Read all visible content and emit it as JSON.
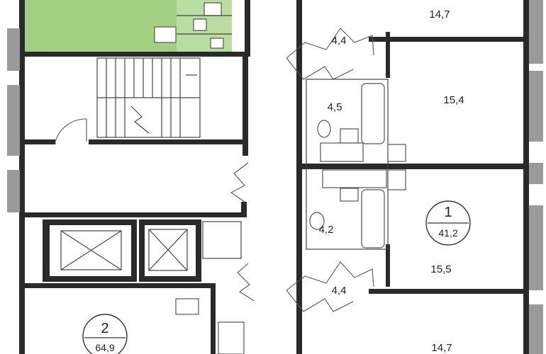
{
  "rooms": [
    {
      "id": "room-top-right",
      "area": "14,7"
    },
    {
      "id": "hall-top",
      "area": "4,4"
    },
    {
      "id": "room-upper-right",
      "area": "15,4"
    },
    {
      "id": "bath-upper",
      "area": "4,5"
    },
    {
      "id": "bath-lower",
      "area": "4,2"
    },
    {
      "id": "room-lower-right",
      "area": "15,5"
    },
    {
      "id": "hall-bottom",
      "area": "4,4"
    },
    {
      "id": "room-bottom-right",
      "area": "14,7"
    }
  ],
  "apartments": [
    {
      "number": "1",
      "total_area": "41,2"
    },
    {
      "number": "2",
      "total_area": "64,9"
    }
  ],
  "colors": {
    "highlight_unit": "#a3cf82",
    "walls": "#2a2a2a",
    "windows": "#9a9a9a"
  }
}
